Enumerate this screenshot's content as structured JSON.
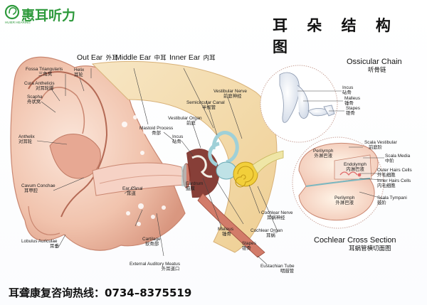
{
  "brand": {
    "name": "惠耳听力",
    "sub": "HUIER HEARING",
    "accent": "#2e9a3c",
    "icon": "ear-logo-icon"
  },
  "title": "耳 朵 结 构 图",
  "hotline": "耳聋康复咨询热线：0734–8375519",
  "sections": {
    "outer_en": "Out Ear",
    "outer_cn": "外耳",
    "middle_en": "Middle Ear",
    "middle_cn": "中耳",
    "inner_en": "Inner Ear",
    "inner_cn": "内耳"
  },
  "labels": {
    "fossa_en": "Fossa Triangularis",
    "fossa_cn": "三角窝",
    "helix_en": "Helix",
    "helix_cn": "耳轮",
    "cura_en": "Cura Anthelicis",
    "cura_cn": "对耳轮脚",
    "scapha_en": "Scapha",
    "scapha_cn": "舟状窝",
    "antihelix_en": "Anthelix",
    "antihelix_cn": "对耳轮",
    "cavum_en": "Cavum Conchae",
    "cavum_cn": "耳甲腔",
    "lobulus_en": "Lobulus Auriculae",
    "lobulus_cn": "耳垂",
    "mastoid_en": "Mastoid Process",
    "mastoid_cn": "骨部",
    "earcanal_en": "Ear Canal",
    "earcanal_cn": "耳道",
    "cartilage_en": "Cartilage",
    "cartilage_cn": "软骨部",
    "meatus_en": "External Auditory Meatus",
    "meatus_cn": "外耳道口",
    "incus_en": "Incus",
    "incus_cn": "砧骨",
    "eardrum_en": "Eardrum",
    "eardrum_cn": "鼓膜",
    "vestorgan_en": "Vestibular Organ",
    "vestorgan_cn": "前庭",
    "semicanal_en": "Semicircular Canal",
    "semicanal_cn": "半规管",
    "vestnerve_en": "Vestibular Nerve",
    "vestnerve_cn": "前庭神经",
    "cochnerve_en": "Cochlear Nerve",
    "cochnerve_cn": "耳蜗神经",
    "cochorgan_en": "Cochlear Organ",
    "cochorgan_cn": "耳蜗",
    "malleus_en": "Malleus",
    "malleus_cn": "锤骨",
    "stapes_en": "Stapes",
    "stapes_cn": "镫骨",
    "eustachian_en": "Eustachian Tube",
    "eustachian_cn": "咽鼓管"
  },
  "ossicular": {
    "title_en": "Ossicular Chain",
    "title_cn": "听骨链",
    "incus_en": "Incus",
    "incus_cn": "砧骨",
    "malleus_en": "Malleus",
    "malleus_cn": "锤骨",
    "stapes_en": "Stapes",
    "stapes_cn": "镫骨"
  },
  "cochlear": {
    "title_en": "Cochlear Cross Section",
    "title_cn": "耳蜗管横切面图",
    "scala_vest_en": "Scala Vestibular",
    "scala_vest_cn": "前庭阶",
    "perilymph1_en": "Perilymph",
    "perilymph1_cn": "外淋巴液",
    "scala_media_en": "Scala Media",
    "scala_media_cn": "中阶",
    "endolymph_en": "Endolymph",
    "endolymph_cn": "内淋巴液",
    "outer_hair_en": "Outer Hairs Cells",
    "outer_hair_cn": "外毛细胞",
    "inner_hair_en": "Inner Hairs Cells",
    "inner_hair_cn": "内毛细胞",
    "perilymph2_en": "Perilymph",
    "perilymph2_cn": "外淋巴液",
    "scala_tymp_en": "Scala Tympani",
    "scala_tymp_cn": "鼓阶"
  },
  "colors": {
    "skin": "#f3c9b4",
    "skin_dark": "#c98670",
    "bone": "#f4d9a6",
    "cochlea": "#f2cf3a",
    "canal": "#a8d3d9",
    "nerve": "#efe6a6"
  }
}
